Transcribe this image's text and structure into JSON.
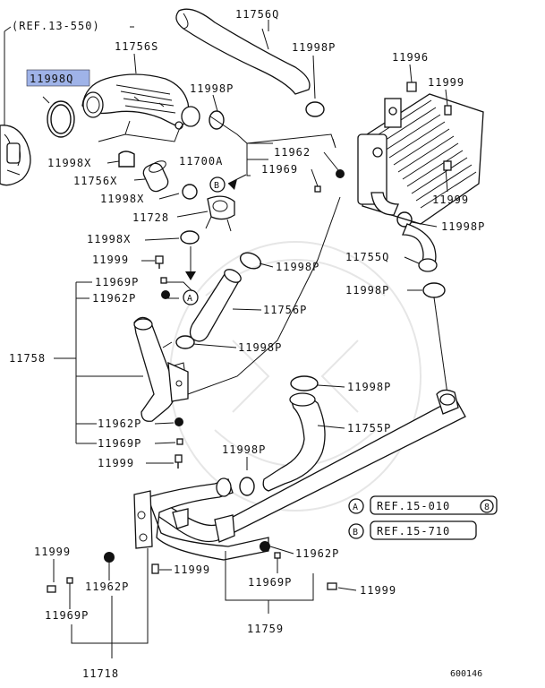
{
  "diagram": {
    "highlighted_label": "11998Q",
    "figure_code": "600146",
    "refs": {
      "top": "(REF.13-550)",
      "a": "REF.15-010",
      "a_sub": "8",
      "b": "REF.15-710"
    },
    "callouts": {
      "a_marker": "A",
      "b_marker": "B"
    },
    "labels": {
      "l_11756Q": "11756Q",
      "l_11756S": "11756S",
      "l_11998P_a": "11998P",
      "l_11998P_b": "11998P",
      "l_11996": "11996",
      "l_11999_a": "11999",
      "l_11998X_a": "11998X",
      "l_11700A": "11700A",
      "l_11962_a": "11962",
      "l_11969_a": "11969",
      "l_11756X": "11756X",
      "l_11998X_b": "11998X",
      "l_11999_b": "11999",
      "l_11998P_c": "11998P",
      "l_11728": "11728",
      "l_11998X_c": "11998X",
      "l_11999_c": "11999",
      "l_11998P_d": "11998P",
      "l_11755Q": "11755Q",
      "l_11969P_a": "11969P",
      "l_11962P_a": "11962P",
      "l_11998P_e": "11998P",
      "l_11756P": "11756P",
      "l_11758": "11758",
      "l_11998P_f": "11998P",
      "l_11998P_g": "11998P",
      "l_11755P": "11755P",
      "l_11962P_b": "11962P",
      "l_11969P_b": "11969P",
      "l_11999_d": "11999",
      "l_11998P_h": "11998P",
      "l_11999_e": "11999",
      "l_11999_f": "11999",
      "l_11962P_c": "11962P",
      "l_11962P_d": "11962P",
      "l_11969P_c": "11969P",
      "l_11999_g": "11999",
      "l_11969P_d": "11969P",
      "l_11759": "11759",
      "l_11718": "11718"
    }
  }
}
